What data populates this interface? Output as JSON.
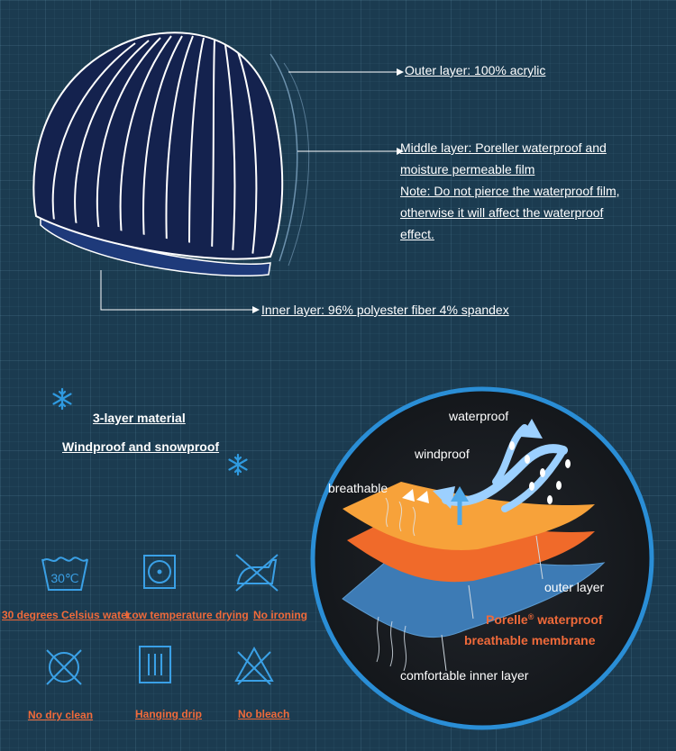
{
  "hat_labels": {
    "outer": "Outer layer: 100% acrylic",
    "middle": [
      "Middle layer: Poreller waterproof and",
      "moisture permeable film",
      "Note: Do not pierce the waterproof film,",
      "otherwise it will affect the waterproof",
      "effect."
    ],
    "inner": "Inner layer: 96% polyester fiber 4% spandex"
  },
  "features": {
    "line1": "3-layer material",
    "line2": "Windproof and snowproof"
  },
  "care": [
    {
      "icon": "wash-30-icon",
      "label": "30 degrees Celsius water",
      "symbol": "30℃"
    },
    {
      "icon": "tumble-dry-low-icon",
      "label": "Low temperature drying"
    },
    {
      "icon": "no-ironing-icon",
      "label": "No ironing"
    },
    {
      "icon": "no-dry-clean-icon",
      "label": "No dry clean"
    },
    {
      "icon": "hanging-drip-icon",
      "label": "Hanging drip"
    },
    {
      "icon": "no-bleach-icon",
      "label": "No bleach"
    }
  ],
  "diagram": {
    "waterproof": "waterproof",
    "windproof": "windproof",
    "breathable": "breathable",
    "outer_layer": "outer layer",
    "membrane_brand": "Porelle",
    "membrane_reg": "®",
    "membrane_rest": " waterproof",
    "membrane_line2": "breathable membrane",
    "inner_layer": "comfortable inner layer"
  },
  "colors": {
    "background": "#1b3b50",
    "accent_orange": "#f06a3a",
    "snowflake_blue": "#2f9ae0",
    "icon_blue": "#3aa0e6"
  }
}
